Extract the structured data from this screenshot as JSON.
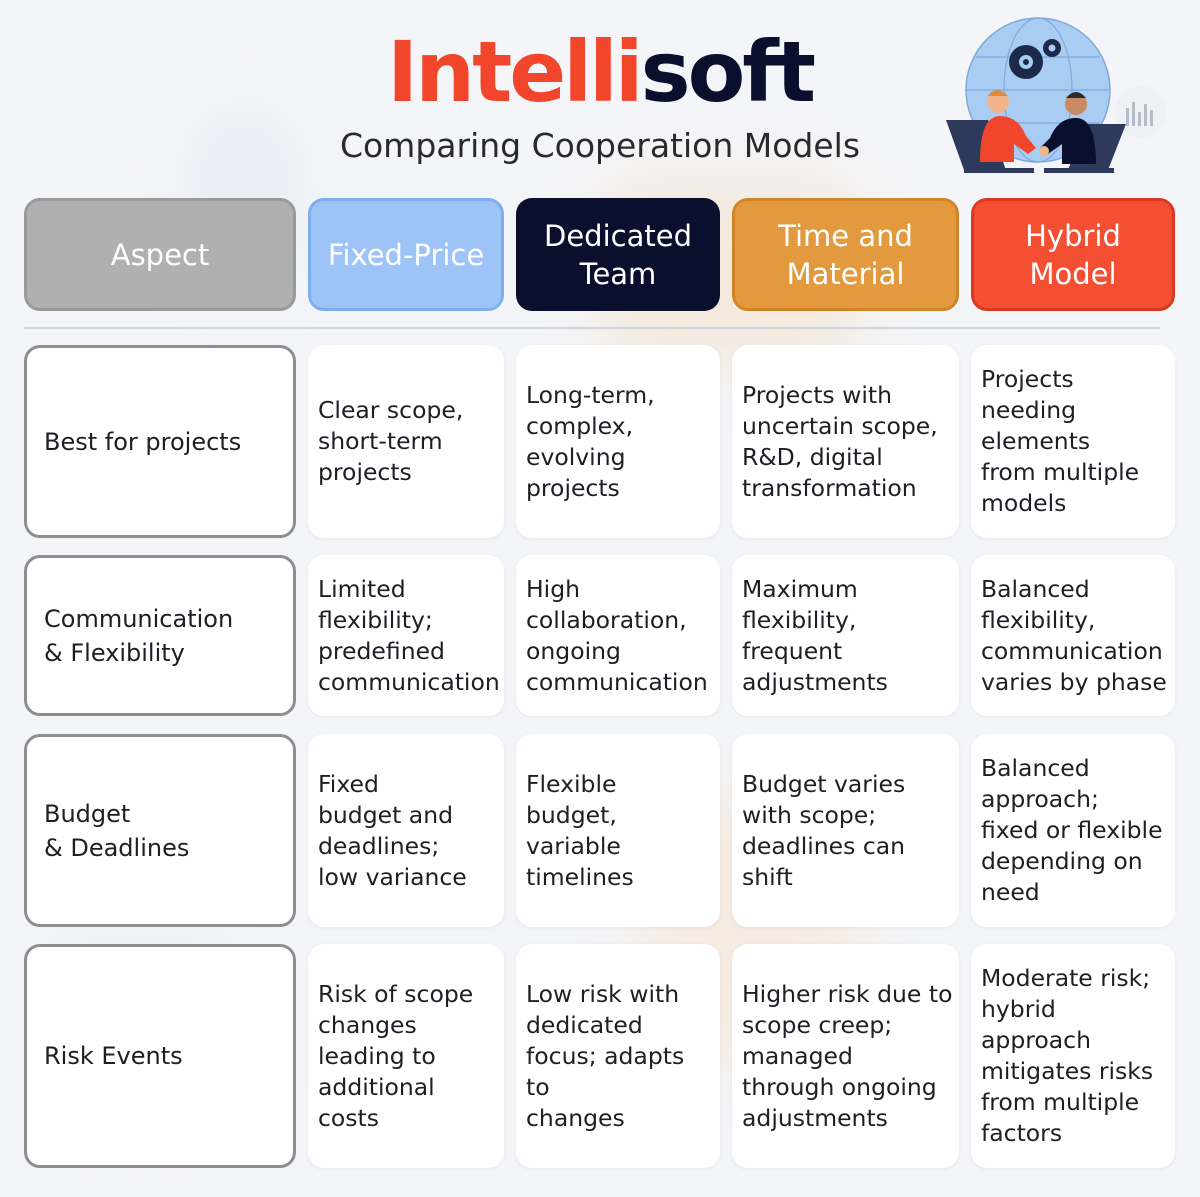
{
  "brand": {
    "part1": "Intelli",
    "part2": "soft"
  },
  "subtitle": "Comparing Cooperation Models",
  "colors": {
    "aspect": "#b0b0b0",
    "fixed_price": "#9ec4f7",
    "dedicated_team": "#0b0f2e",
    "time_material": "#e39a3e",
    "hybrid": "#f44f32",
    "brand_orange": "#f2462c"
  },
  "illustration": {
    "icon": "handshake-globe-gears-illustration"
  },
  "headers": [
    "Aspect",
    "Fixed-Price",
    "Dedicated\nTeam",
    "Time and\nMaterial",
    "Hybrid\nModel"
  ],
  "rows": [
    {
      "aspect": "Best for projects",
      "cells": [
        "Clear scope,\nshort-term\nprojects",
        "Long-term,\ncomplex,\nevolving\nprojects",
        "Projects with\nuncertain scope,\nR&D, digital\ntransformation",
        "Projects\nneeding\nelements\nfrom multiple\nmodels"
      ]
    },
    {
      "aspect": "Communication\n& Flexibility",
      "cells": [
        "Limited\nflexibility;\npredefined\ncommunication",
        "High\ncollaboration,\nongoing\ncommunication",
        "Maximum\nflexibility,\nfrequent\nadjustments",
        "Balanced\nflexibility,\ncommunication\nvaries by phase"
      ]
    },
    {
      "aspect": "Budget\n& Deadlines",
      "cells": [
        "Fixed\nbudget and\ndeadlines;\nlow variance",
        "Flexible budget,\nvariable\ntimelines",
        "Budget varies\nwith scope;\ndeadlines can\nshift",
        "Balanced\napproach;\nfixed or flexible\ndepending on\nneed"
      ]
    },
    {
      "aspect": "Risk Events",
      "cells": [
        "Risk of scope\nchanges\nleading to\nadditional\ncosts",
        "Low risk with\ndedicated\nfocus; adapts to\nchanges",
        "Higher risk due to\nscope creep;\nmanaged\nthrough ongoing\nadjustments",
        "Moderate risk;\nhybrid\napproach\nmitigates risks\nfrom multiple\nfactors"
      ]
    }
  ]
}
